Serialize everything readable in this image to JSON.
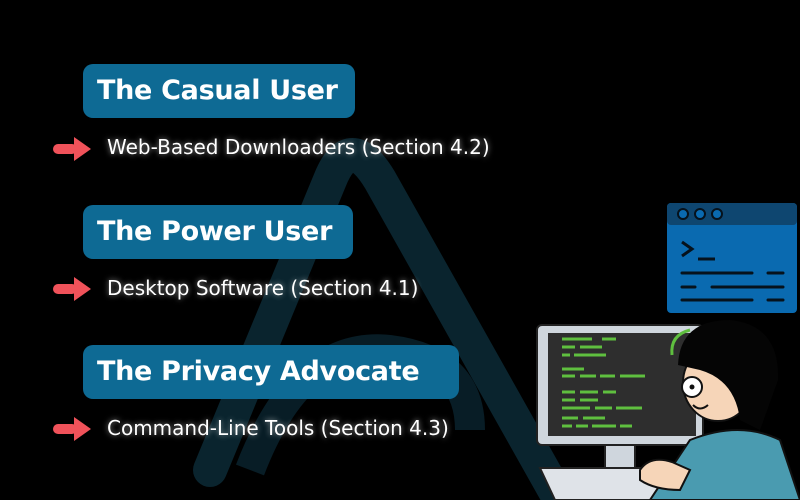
{
  "colors": {
    "background": "#000000",
    "pill": "#0e6a94",
    "arrow": "#f0525a",
    "text": "#ffffff"
  },
  "groups": [
    {
      "title": "The Casual User",
      "recommendation": "Web-Based Downloaders (Section 4.2)"
    },
    {
      "title": "The Power User",
      "recommendation": "Desktop Software (Section 4.1)"
    },
    {
      "title": "The Privacy Advocate",
      "recommendation": "Command-Line Tools (Section 4.3)"
    }
  ],
  "icons": [
    "arrow-right-icon",
    "terminal-window-icon",
    "programmer-illustration"
  ]
}
